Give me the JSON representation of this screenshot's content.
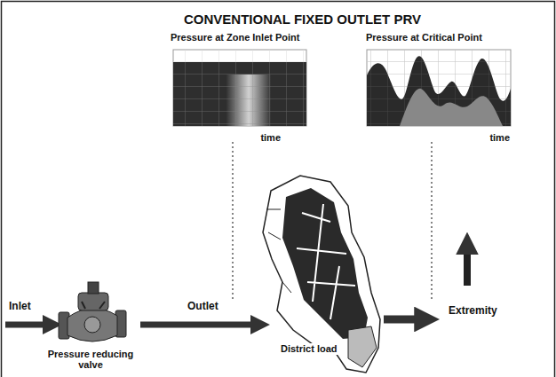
{
  "diagram": {
    "title": "CONVENTIONAL FIXED OUTLET PRV",
    "nodes": [
      {
        "text": [
          "Pressure at Zone Inlet Point",
          "time"
        ]
      },
      {
        "text": [
          "Pressure at Critical Point",
          "time"
        ]
      },
      {
        "text": [
          "Pressure reducing valve"
        ]
      },
      {
        "text": [
          "District load"
        ]
      }
    ],
    "edges": [
      {
        "from": 2,
        "to": 3,
        "label": "Outlet",
        "arrow": "to"
      }
    ],
    "labels": [
      "Inlet",
      "Extremity"
    ]
  }
}
